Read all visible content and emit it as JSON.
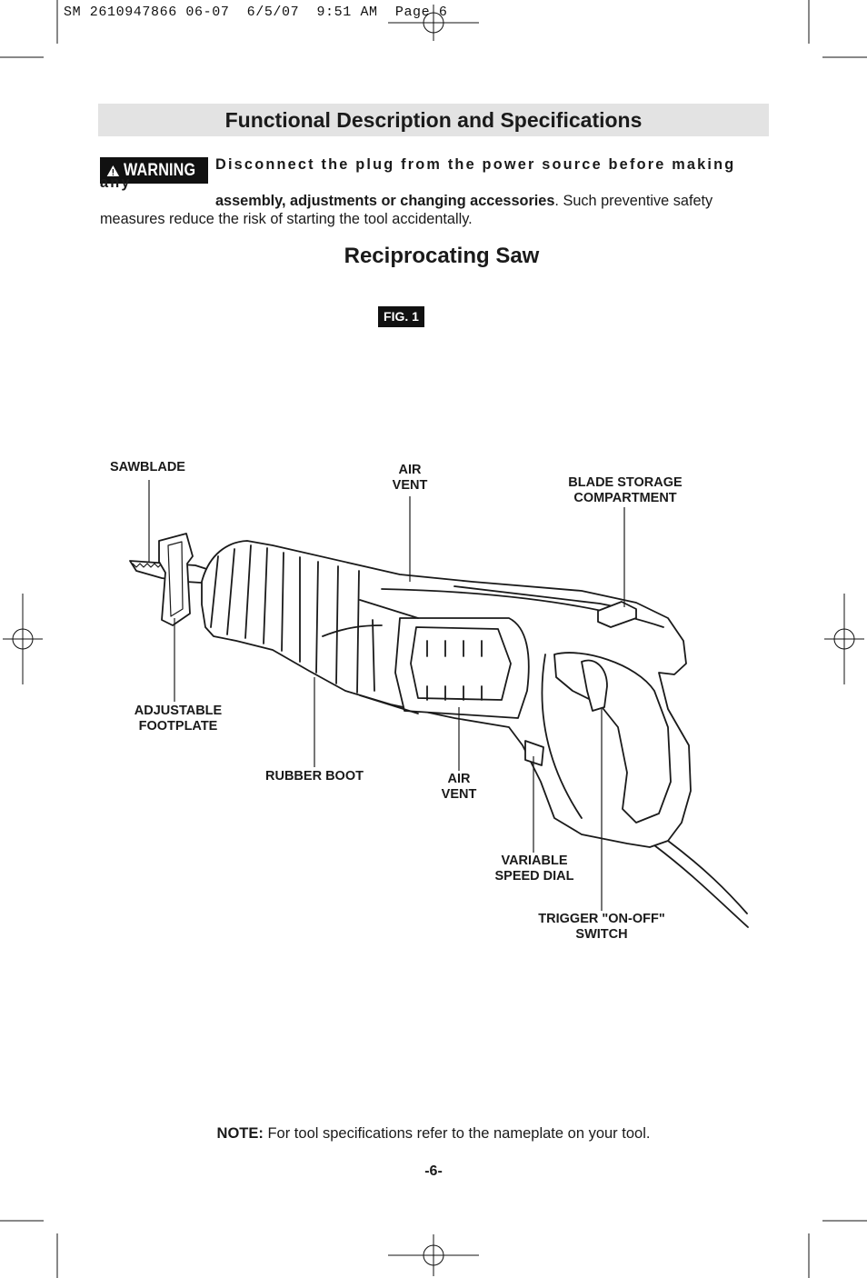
{
  "slug": "SM 2610947866 06-07  6/5/07  9:51 AM  Page 6",
  "header": {
    "title": "Functional Description and Specifications"
  },
  "warning": {
    "badge": "WARNING",
    "bold_line": "Disconnect the plug from the power source before making any",
    "bold_tail": "assembly, adjustments or changing accessories",
    "rest": ".  Such preventive safety measures reduce the risk of starting the tool accidentally."
  },
  "section_title": "Reciprocating Saw",
  "figure": {
    "badge": "FIG. 1",
    "labels": {
      "sawblade": "SAWBLADE",
      "air_vent_top_1": "AIR",
      "air_vent_top_2": "VENT",
      "blade_storage_1": "BLADE STORAGE",
      "blade_storage_2": "COMPARTMENT",
      "footplate_1": "ADJUSTABLE",
      "footplate_2": "FOOTPLATE",
      "rubber_boot": "RUBBER BOOT",
      "air_vent_bottom_1": "AIR",
      "air_vent_bottom_2": "VENT",
      "speed_dial_1": "VARIABLE",
      "speed_dial_2": "SPEED DIAL",
      "trigger_1": "TRIGGER \"ON-OFF\"",
      "trigger_2": "SWITCH"
    }
  },
  "note": {
    "label": "NOTE:",
    "text": " For tool specifications refer to the nameplate on your tool."
  },
  "page_number": "-6-"
}
